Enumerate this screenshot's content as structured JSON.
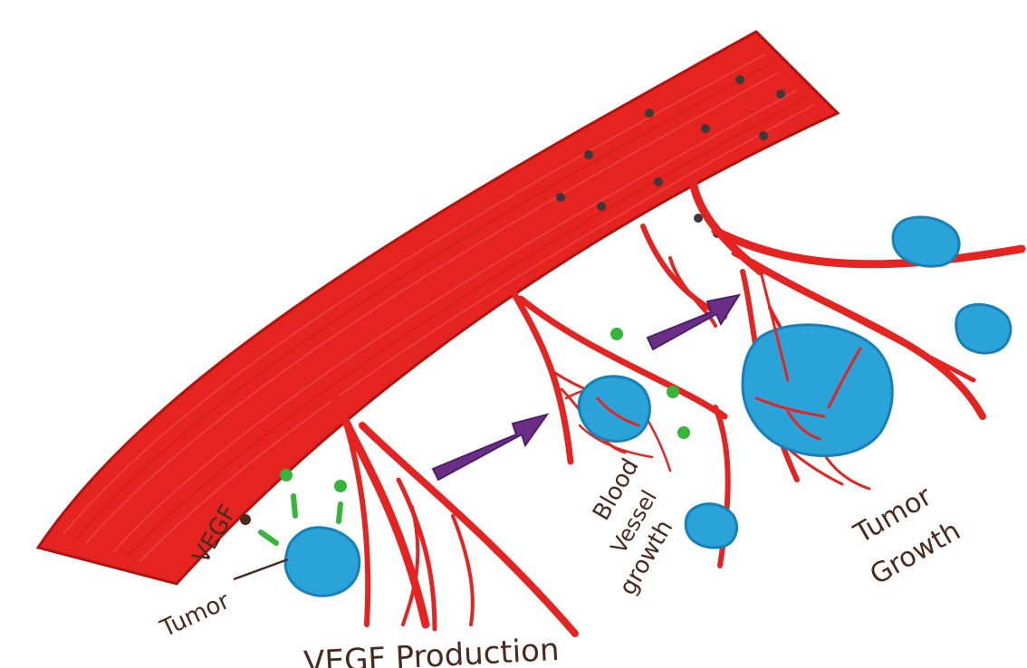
{
  "labels": {
    "vegf": "VEGF",
    "tumor": "Tumor",
    "vegf_production": "VEGF Production",
    "blood_vessel_growth": [
      "Blood",
      "Vessel",
      "growth"
    ],
    "tumor_growth": [
      "Tumor",
      "Growth"
    ]
  },
  "colors": {
    "vessel": "#e52421",
    "vessel_dark": "#b3130f",
    "tumor": "#2aa3d9",
    "tumor_edge": "#1780b8",
    "vegf": "#35b53a",
    "arrow": "#6a2e86",
    "label_text": "#4a2a1e",
    "cell_dot": "#3a3a3a",
    "background": "#ffffff"
  }
}
